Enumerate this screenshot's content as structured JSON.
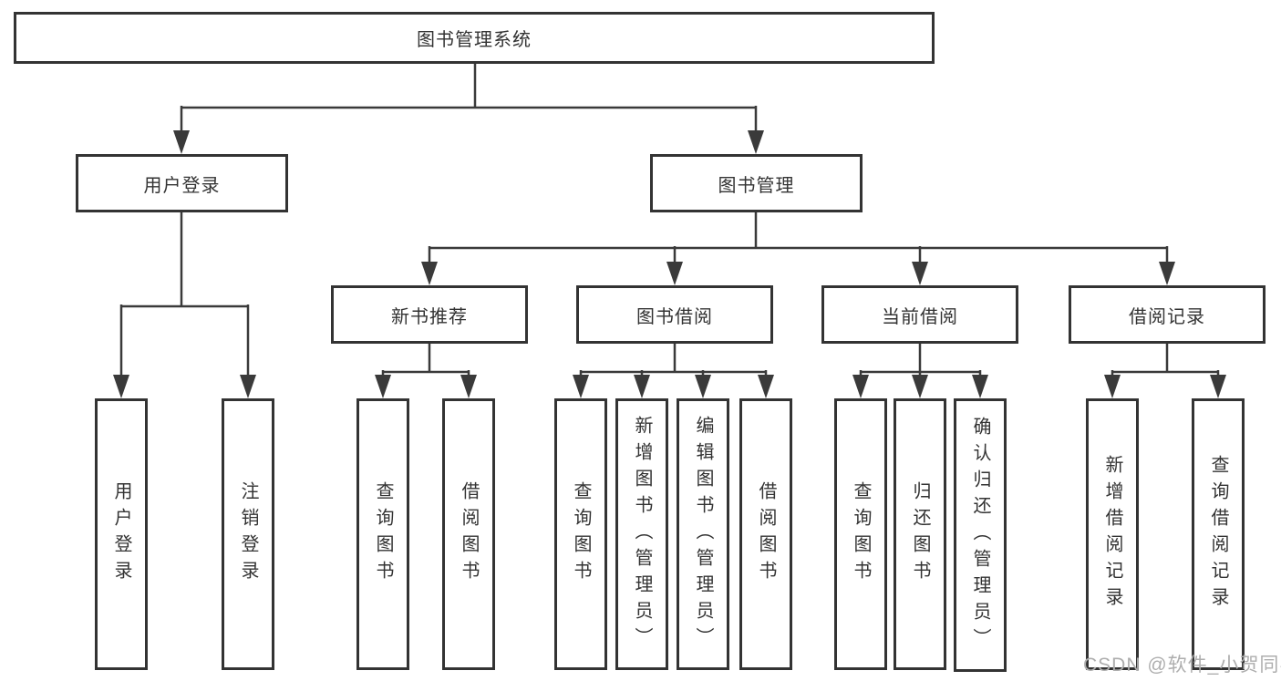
{
  "tree": {
    "root": {
      "label": "图书管理系统",
      "children": [
        {
          "label": "用户登录",
          "children": [
            {
              "label": "用户登录"
            },
            {
              "label": "注销登录"
            }
          ]
        },
        {
          "label": "图书管理",
          "children": [
            {
              "label": "新书推荐",
              "children": [
                {
                  "label": "查询图书"
                },
                {
                  "label": "借阅图书"
                }
              ]
            },
            {
              "label": "图书借阅",
              "children": [
                {
                  "label": "查询图书"
                },
                {
                  "label": "新增图书（管理员）"
                },
                {
                  "label": "编辑图书（管理员）"
                },
                {
                  "label": "借阅图书"
                }
              ]
            },
            {
              "label": "当前借阅",
              "children": [
                {
                  "label": "查询图书"
                },
                {
                  "label": "归还图书"
                },
                {
                  "label": "确认归还（管理员）"
                }
              ]
            },
            {
              "label": "借阅记录",
              "children": [
                {
                  "label": "新增借阅记录"
                },
                {
                  "label": "查询借阅记录"
                }
              ]
            }
          ]
        }
      ]
    }
  },
  "watermark": {
    "text": "CSDN @软件_小贺同学"
  },
  "colors": {
    "line": "#3a3a3a",
    "box_border": "#333333",
    "text": "#333333",
    "watermark": "#aeaeae",
    "background": "#ffffff"
  }
}
